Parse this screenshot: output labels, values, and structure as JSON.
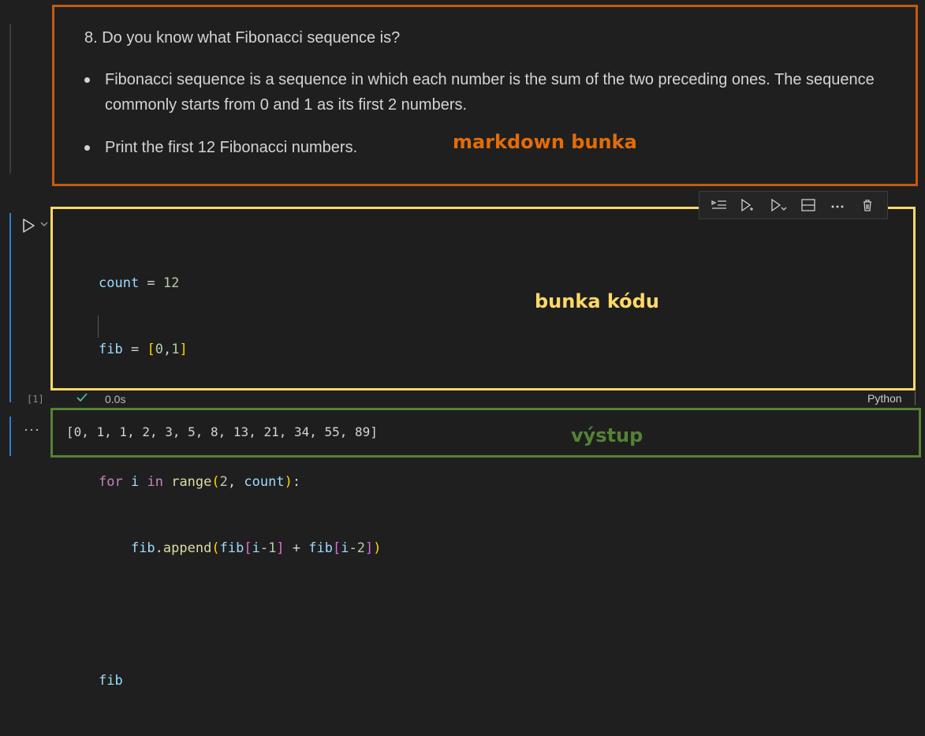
{
  "markdown_cell": {
    "heading": "8. Do you know what Fibonacci sequence is?",
    "bullets": [
      "Fibonacci sequence is a sequence in which each number is the sum of the two preceding ones. The sequence commonly starts from 0 and 1 as its first 2 numbers.",
      "Print the first 12 Fibonacci numbers."
    ],
    "annotation": "markdown bunka"
  },
  "cell_toolbar": {
    "icons": [
      "run-by-line-icon",
      "execute-above-icon",
      "execute-below-icon",
      "split-cell-icon",
      "more-icon",
      "delete-icon"
    ]
  },
  "code_cell": {
    "lines": [
      "count = 12",
      "fib = [0,1]",
      "",
      "for i in range(2, count):",
      "    fib.append(fib[i-1] + fib[i-2])",
      "",
      "fib"
    ],
    "annotation": "bunka kódu",
    "execution_count": "[1]",
    "execution_time": "0.0s",
    "language": "Python"
  },
  "output_cell": {
    "text": "[0, 1, 1, 2, 3, 5, 8, 13, 21, 34, 55, 89]",
    "annotation": "výstup",
    "more_label": "···"
  },
  "colors": {
    "markdown_border": "#c55a11",
    "code_border": "#ffd966",
    "output_border": "#548235",
    "focus_bar": "#2f7dd1"
  }
}
